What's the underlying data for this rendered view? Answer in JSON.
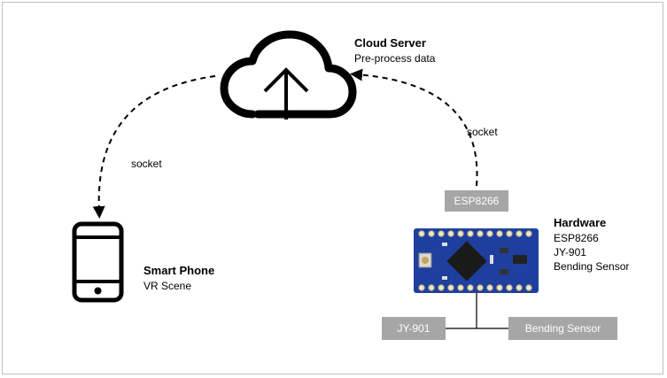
{
  "cloud": {
    "title": "Cloud Server",
    "subtitle": "Pre-process data"
  },
  "phone": {
    "title": "Smart Phone",
    "subtitle": "VR Scene"
  },
  "hardware": {
    "title": "Hardware",
    "lines": [
      "ESP8266",
      "JY-901",
      "Bending Sensor"
    ]
  },
  "edges": {
    "left_label": "socket",
    "right_label": "socket"
  },
  "tags": {
    "esp": "ESP8266",
    "jy": "JY-901",
    "bending": "Bending Sensor"
  },
  "colors": {
    "tag_bg": "#a6a6a6",
    "board_blue": "#1f3f9e",
    "stroke": "#000000"
  }
}
